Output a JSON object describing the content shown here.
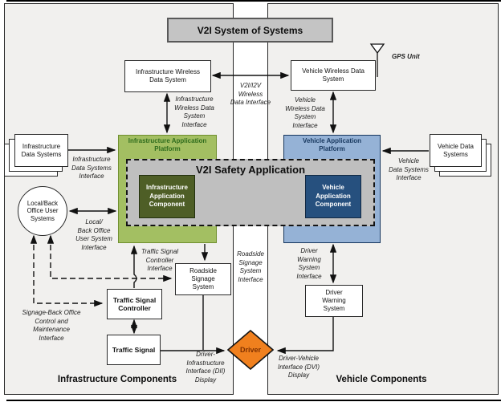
{
  "title": "V2I System of Systems",
  "panels": {
    "infrastructure_title": "Infrastructure Components",
    "vehicle_title": "Vehicle Components"
  },
  "nodes": {
    "infra_wireless": "Infrastructure Wireless\nData System",
    "vehicle_wireless": "Vehicle Wireless Data\nSystem",
    "gps_unit": "GPS Unit",
    "infra_platform": "Infrastructure Application\nPlatform",
    "vehicle_platform": "Vehicle Application\nPlatform",
    "safety_app": "V2I Safety Application",
    "infra_component": "Infrastructure\nApplication\nComponent",
    "vehicle_component": "Vehicle\nApplication\nComponent",
    "infra_data_systems": "Infrastructure\nData Systems",
    "vehicle_data_systems": "Vehicle Data\nSystems",
    "local_back_office": "Local/Back\nOffice User\nSystems",
    "traffic_signal_controller": "Traffic Signal\nController",
    "traffic_signal": "Traffic Signal",
    "roadside_signage": "Roadside\nSignage\nSystem",
    "driver_warning": "Driver\nWarning\nSystem",
    "driver": "Driver"
  },
  "interfaces": {
    "infra_data": "Infrastructure\nData Systems\nInterface",
    "local_user": "Local/\nBack Office\nUser System\nInterface",
    "infra_wireless": "Infrastructure\nWireless Data\nSystem\nInterface",
    "v2i_i2v": "V2I/I2V\nWireless\nData Interface",
    "vehicle_wireless": "Vehicle\nWireless Data\nSystem\nInterface",
    "vehicle_data": "Vehicle\nData Systems\nInterface",
    "traffic_signal_controller": "Traffic Signal\nController\nInterface",
    "roadside_signage": "Roadside\nSignage\nSystem\nInterface",
    "signage_back_office": "Signage-Back Office\nControl and\nMaintenance\nInterface",
    "driver_warning": "Driver\nWarning\nSystem\nInterface",
    "dii": "Driver-\nInfrastructure\nInterface (DII)\nDisplay",
    "dvi": "Driver-Vehicle\nInterface (DVI)\nDisplay"
  },
  "colors": {
    "panel_fill": "#F1F0EE",
    "sos_fill": "#C4C4C4",
    "platform_green": "#A3BF62",
    "platform_green_text": "#2E6B1C",
    "component_green": "#4E5E26",
    "platform_blue": "#95B2D6",
    "platform_blue_text": "#17375E",
    "component_blue": "#26507E",
    "safety_fill": "#BFBFBF",
    "driver_orange": "#F0801E",
    "driver_text": "#7E3000"
  }
}
